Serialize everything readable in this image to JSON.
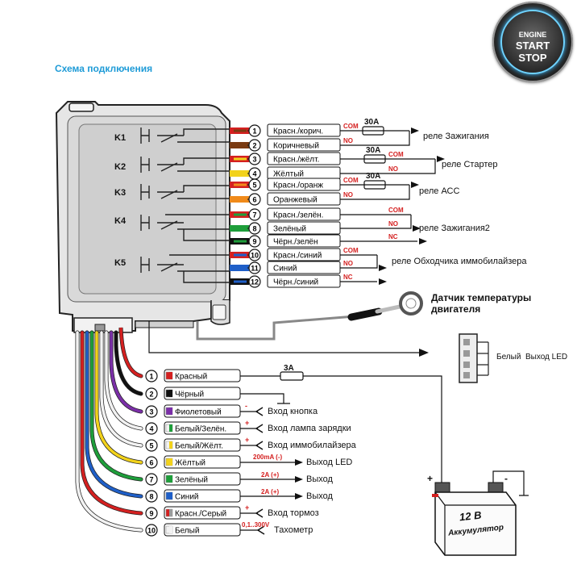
{
  "title": "Схема подключения",
  "engine_button": {
    "line1": "ENGINE",
    "line2": "START",
    "line3": "STOP"
  },
  "relays": [
    "K1",
    "K2",
    "K3",
    "K4",
    "K5"
  ],
  "top_wires": [
    {
      "num": "1",
      "label": "Красн./корич.",
      "color": "#d42020",
      "stripe": "#7a3b12"
    },
    {
      "num": "2",
      "label": "Коричневый",
      "color": "#7a3b12",
      "stripe": "#7a3b12"
    },
    {
      "num": "3",
      "label": "Красн./жёлт.",
      "color": "#d42020",
      "stripe": "#f2d21b"
    },
    {
      "num": "4",
      "label": "Жёлтый",
      "color": "#f2d21b",
      "stripe": "#f2d21b"
    },
    {
      "num": "5",
      "label": "Красн./оранж",
      "color": "#d42020",
      "stripe": "#f08a1a"
    },
    {
      "num": "6",
      "label": "Оранжевый",
      "color": "#f08a1a",
      "stripe": "#f08a1a"
    },
    {
      "num": "7",
      "label": "Красн./зелён.",
      "color": "#d42020",
      "stripe": "#1e9e3a"
    },
    {
      "num": "8",
      "label": "Зелёный",
      "color": "#1e9e3a",
      "stripe": "#1e9e3a"
    },
    {
      "num": "9",
      "label": "Чёрн./зелён",
      "color": "#111111",
      "stripe": "#1e9e3a"
    },
    {
      "num": "10",
      "label": "Красн./синий",
      "color": "#d42020",
      "stripe": "#1f5fc8"
    },
    {
      "num": "11",
      "label": "Синий",
      "color": "#1f5fc8",
      "stripe": "#1f5fc8"
    },
    {
      "num": "12",
      "label": "Чёрн./синий",
      "color": "#111111",
      "stripe": "#1f5fc8"
    }
  ],
  "contact_labels": {
    "com": "COM",
    "no": "NO",
    "nc": "NC"
  },
  "fuse_30a": "30A",
  "fuse_3a": "3A",
  "top_targets": {
    "ign": "реле Зажигания",
    "starter": "реле Стартер",
    "acc": "реле АСС",
    "ign2": "реле Зажигания2",
    "immo": "реле Обходчика иммобилайзера"
  },
  "temp_sensor": [
    "Датчик температуры",
    "двигателя"
  ],
  "led_output": "Белый  Выход LED",
  "bottom_wires": [
    {
      "num": "1",
      "label": "Красный",
      "color": "#d42020",
      "stripe": "#d42020",
      "target": "",
      "note": ""
    },
    {
      "num": "2",
      "label": "Чёрный",
      "color": "#111111",
      "stripe": "#111111",
      "target": "",
      "note": ""
    },
    {
      "num": "3",
      "label": "Фиолетовый",
      "color": "#7b2fa8",
      "stripe": "#7b2fa8",
      "target": "Вход кнопка",
      "note": "-"
    },
    {
      "num": "4",
      "label": "Белый/Зелён.",
      "color": "#f2f2f2",
      "stripe": "#1e9e3a",
      "target": "Вход лампа зарядки",
      "note": "+"
    },
    {
      "num": "5",
      "label": "Белый/Жёлт.",
      "color": "#f2f2f2",
      "stripe": "#f2d21b",
      "target": "Вход иммобилайзера",
      "note": "+"
    },
    {
      "num": "6",
      "label": "Жёлтый",
      "color": "#f2d21b",
      "stripe": "#f2d21b",
      "target": "Выход LED",
      "note": "200mA (-)"
    },
    {
      "num": "7",
      "label": "Зелёный",
      "color": "#1e9e3a",
      "stripe": "#1e9e3a",
      "target": "Выход",
      "note": "2A (+)"
    },
    {
      "num": "8",
      "label": "Синий",
      "color": "#1f5fc8",
      "stripe": "#1f5fc8",
      "target": "Выход",
      "note": "2A (+)"
    },
    {
      "num": "9",
      "label": "Красн./Серый",
      "color": "#d42020",
      "stripe": "#9a9a9a",
      "target": "Вход тормоз",
      "note": "+"
    },
    {
      "num": "10",
      "label": "Белый",
      "color": "#f2f2f2",
      "stripe": "#f2f2f2",
      "target": "Тахометр",
      "note": "0,1..300V"
    }
  ],
  "battery": {
    "voltage": "12 В",
    "name": "Аккумулятор",
    "plus": "+",
    "minus": "-"
  }
}
